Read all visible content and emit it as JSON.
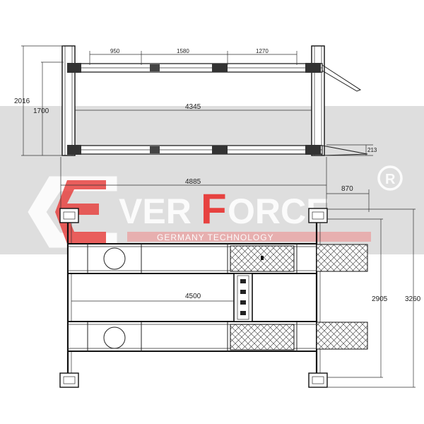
{
  "brand": {
    "name_part1": "VER",
    "name_part2": "F",
    "name_part3": "ORCE",
    "tagline": "GERMANY TECHNOLOGY",
    "registered_mark": "R",
    "accent_color": "#e8322f",
    "band_color": "#d8d8d8"
  },
  "top_view": {
    "dims": {
      "seg_1": "950",
      "seg_2": "1580",
      "seg_3": "1270",
      "overall_height": "2016",
      "inner_height": "1700",
      "inner_length": "4345",
      "ramp_height": "213"
    }
  },
  "front_view": {
    "dims": {
      "overall_length": "4885",
      "ramp_length": "870",
      "runway_length": "4500",
      "width_inner": "2905",
      "width_outer": "3260"
    }
  }
}
